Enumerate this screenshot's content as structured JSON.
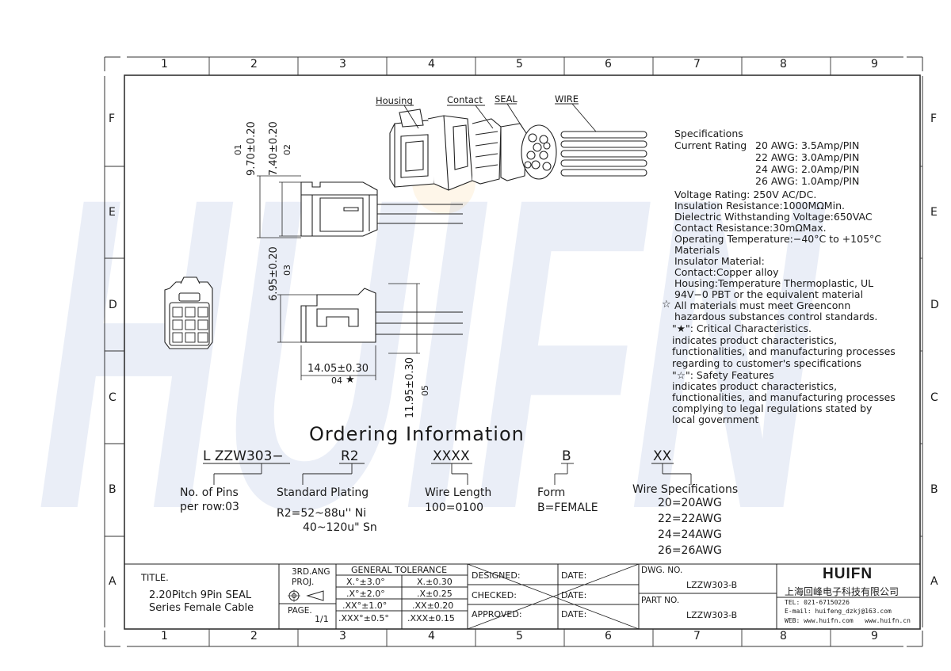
{
  "watermark": "HUIFN",
  "grid": {
    "columns": [
      "1",
      "2",
      "3",
      "4",
      "5",
      "6",
      "7",
      "8",
      "9"
    ],
    "rows": [
      "F",
      "E",
      "D",
      "C",
      "B",
      "A"
    ]
  },
  "callouts": {
    "housing": "Housing",
    "contact": "Contact",
    "seal": "SEAL",
    "wire": "WIRE"
  },
  "dimensions": {
    "d1": "9.70±0.20",
    "d1_id": "01",
    "d2": "7.40±0.20",
    "d2_id": "02",
    "d3": "6.95±0.20",
    "d3_id": "03",
    "d4": "14.05±0.30",
    "d4_id": "04",
    "d5": "11.95±0.30",
    "d5_id": "05"
  },
  "specs": {
    "heading": "Specifications",
    "current_label": "Current Rating",
    "current": [
      "20 AWG: 3.5Amp/PIN",
      "22 AWG: 3.0Amp/PIN",
      "24 AWG: 2.0Amp/PIN",
      "26 AWG: 1.0Amp/PIN"
    ],
    "voltage": "Voltage Rating: 250V AC/DC.",
    "insulation": "Insulation Resistance:1000MΩMin.",
    "dielectric": "Dielectric Withstanding Voltage:650VAC",
    "contact_res": "Contact Resistance:30mΩMax.",
    "temp": "Operating Temperature:−40°C to +105°C",
    "materials": "Materials",
    "insulator": "Insulator Material:",
    "contact_mat": "Contact:Copper alloy",
    "housing_mat1": "Housing:Temperature Thermoplastic, UL",
    "housing_mat2": "94V−0 PBT or the equivalent material",
    "all_mat1": "All materials must meet Greenconn",
    "all_mat2": "hazardous substances control standards.",
    "critical_title": "\"★\": Critical Characteristics.",
    "critical_1": "indicates product characteristics,",
    "critical_2": "functionalities, and manufacturing processes",
    "critical_3": "regarding to customer's specifications",
    "safety_title": "\"☆\": Safety Features",
    "safety_1": "indicates product characteristics,",
    "safety_2": "functionalities, and manufacturing processes",
    "safety_3": "complying to legal regulations stated by",
    "safety_4": "local government"
  },
  "ordering": {
    "title": "Ordering Information",
    "prefix": "L ZZW303−",
    "code_plating": "R2",
    "code_length": "XXXX",
    "code_form": "B",
    "code_wire": "XX",
    "pins_1": "No. of Pins",
    "pins_2": "per row:03",
    "plating_1": "Standard Plating",
    "plating_2": "R2=52~88u'' Ni",
    "plating_3": "40~120u\" Sn",
    "length_1": "Wire Length",
    "length_2": "100=0100",
    "form_1": "Form",
    "form_2": "B=FEMALE",
    "wire_1": "Wire Specifications",
    "wire_opts": [
      "20=20AWG",
      "22=22AWG",
      "24=24AWG",
      "26=26AWG"
    ]
  },
  "title_block": {
    "title_label": "TITLE.",
    "title_1": "2.20Pitch 9Pin SEAL",
    "title_2": "Series Female Cable",
    "proj_1": "3RD.ANG",
    "proj_2": "PROJ.",
    "page_label": "PAGE.",
    "page_value": "1/1",
    "tol_header": "GENERAL TOLERANCE",
    "tol_rows": [
      [
        "X.°±3.0°",
        "X.±0.30"
      ],
      [
        ".X°±2.0°",
        ".X±0.25"
      ],
      [
        ".XX°±1.0°",
        ".XX±0.20"
      ],
      [
        ".XXX°±0.5°",
        ".XXX±0.15"
      ]
    ],
    "designed": "DESIGNED:",
    "checked": "CHECKED:",
    "approved": "APPROVED:",
    "date": "DATE:",
    "dwg_label": "DWG. NO.",
    "dwg_value": "LZZW303-B",
    "part_label": "PART NO.",
    "part_value": "LZZW303-B",
    "brand": "HUIFN",
    "company": "上海回峰电子科技有限公司",
    "tel": "TEL: 021-67150226",
    "email": "E-mail: huifeng_dzkj@163.com",
    "web": "WEB: www.huifn.com   www.huifn.cn"
  }
}
